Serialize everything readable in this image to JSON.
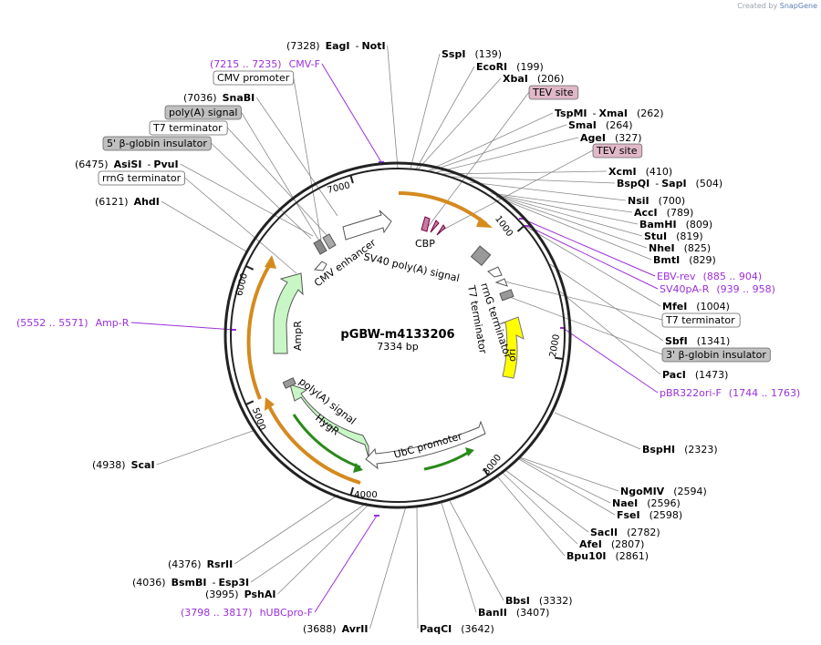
{
  "credit": {
    "prefix": "Created by",
    "brand": "SnapGene"
  },
  "plasmid": {
    "name": "pGBW-m4133206",
    "length_label": "7334 bp",
    "length": 7334
  },
  "ticks": [
    "1000",
    "2000",
    "3000",
    "4000",
    "5000",
    "6000",
    "7000"
  ],
  "sites": [
    {
      "num": "(7328)",
      "name": "EagI",
      "name2": "NotI"
    },
    {
      "num": "(139)",
      "name": "SspI"
    },
    {
      "num": "(199)",
      "name": "EcoRI"
    },
    {
      "num": "(206)",
      "name": "XbaI"
    },
    {
      "num": "(262)",
      "name": "TspMI",
      "name2": "XmaI"
    },
    {
      "num": "(264)",
      "name": "SmaI"
    },
    {
      "num": "(327)",
      "name": "AgeI"
    },
    {
      "num": "(410)",
      "name": "XcmI"
    },
    {
      "num": "(504)",
      "name": "BspQI",
      "name2": "SapI"
    },
    {
      "num": "(700)",
      "name": "NsiI"
    },
    {
      "num": "(789)",
      "name": "AccI"
    },
    {
      "num": "(809)",
      "name": "BamHI"
    },
    {
      "num": "(819)",
      "name": "StuI"
    },
    {
      "num": "(825)",
      "name": "NheI"
    },
    {
      "num": "(829)",
      "name": "BmtI"
    },
    {
      "num": "(1004)",
      "name": "MfeI"
    },
    {
      "num": "(1341)",
      "name": "SbfI"
    },
    {
      "num": "(1473)",
      "name": "PacI"
    },
    {
      "num": "(2323)",
      "name": "BspHI"
    },
    {
      "num": "(2594)",
      "name": "NgoMIV"
    },
    {
      "num": "(2596)",
      "name": "NaeI"
    },
    {
      "num": "(2598)",
      "name": "FseI"
    },
    {
      "num": "(2782)",
      "name": "SacII"
    },
    {
      "num": "(2807)",
      "name": "AfeI"
    },
    {
      "num": "(2861)",
      "name": "Bpu10I"
    },
    {
      "num": "(3332)",
      "name": "BbsI"
    },
    {
      "num": "(3407)",
      "name": "BanII"
    },
    {
      "num": "(3642)",
      "name": "PaqCI"
    },
    {
      "num": "(3688)",
      "name": "AvrII"
    },
    {
      "num": "(3995)",
      "name": "PshAI"
    },
    {
      "num": "(4036)",
      "name": "BsmBI",
      "name2": "Esp3I"
    },
    {
      "num": "(4376)",
      "name": "RsrII"
    },
    {
      "num": "(4938)",
      "name": "ScaI"
    },
    {
      "num": "(6121)",
      "name": "AhdI"
    },
    {
      "num": "(6475)",
      "name": "AsiSI",
      "name2": "PvuI"
    },
    {
      "num": "(7036)",
      "name": "SnaBI"
    }
  ],
  "primers": [
    {
      "range": "(7215 .. 7235)",
      "name": "CMV-F"
    },
    {
      "name": "EBV-rev",
      "range": "(885 .. 904)"
    },
    {
      "name": "SV40pA-R",
      "range": "(939 .. 958)"
    },
    {
      "name": "pBR322ori-F",
      "range": "(1744 .. 1763)"
    },
    {
      "range": "(5552 .. 5571)",
      "name": "Amp-R"
    },
    {
      "range": "(3798 .. 3817)",
      "name": "hUBCpro-F"
    }
  ],
  "boxed_labels": [
    "CMV promoter",
    "poly(A) signal",
    "T7 terminator",
    "5' β-globin insulator",
    "rrnG terminator",
    "TEV site",
    "TEV site",
    "T7 terminator",
    "3' β-globin insulator"
  ],
  "feature_labels": {
    "cmv_enhancer": "CMV enhancer",
    "sv40": "SV40 poly(A) signal",
    "cbp": "CBP",
    "rrng": "rrnG terminator",
    "t7": "T7 terminator",
    "ori": "ori",
    "ampr": "AmpR",
    "polya": "poly(A) signal",
    "hygr": "HygR",
    "ubc": "UbC promoter"
  },
  "colors": {
    "primer": "#9b30d9",
    "ampr": "#c8f7c5",
    "hygr": "#c8f7c5",
    "ori": "#ffff00",
    "orf_arrow": "#d58a1e",
    "ubc_arrow": "#2a8a1a",
    "cbp": "#c87aa0",
    "tev_box": "#e0b8c8",
    "gray_box": "#c0c0c0",
    "terminator": "#909090"
  }
}
